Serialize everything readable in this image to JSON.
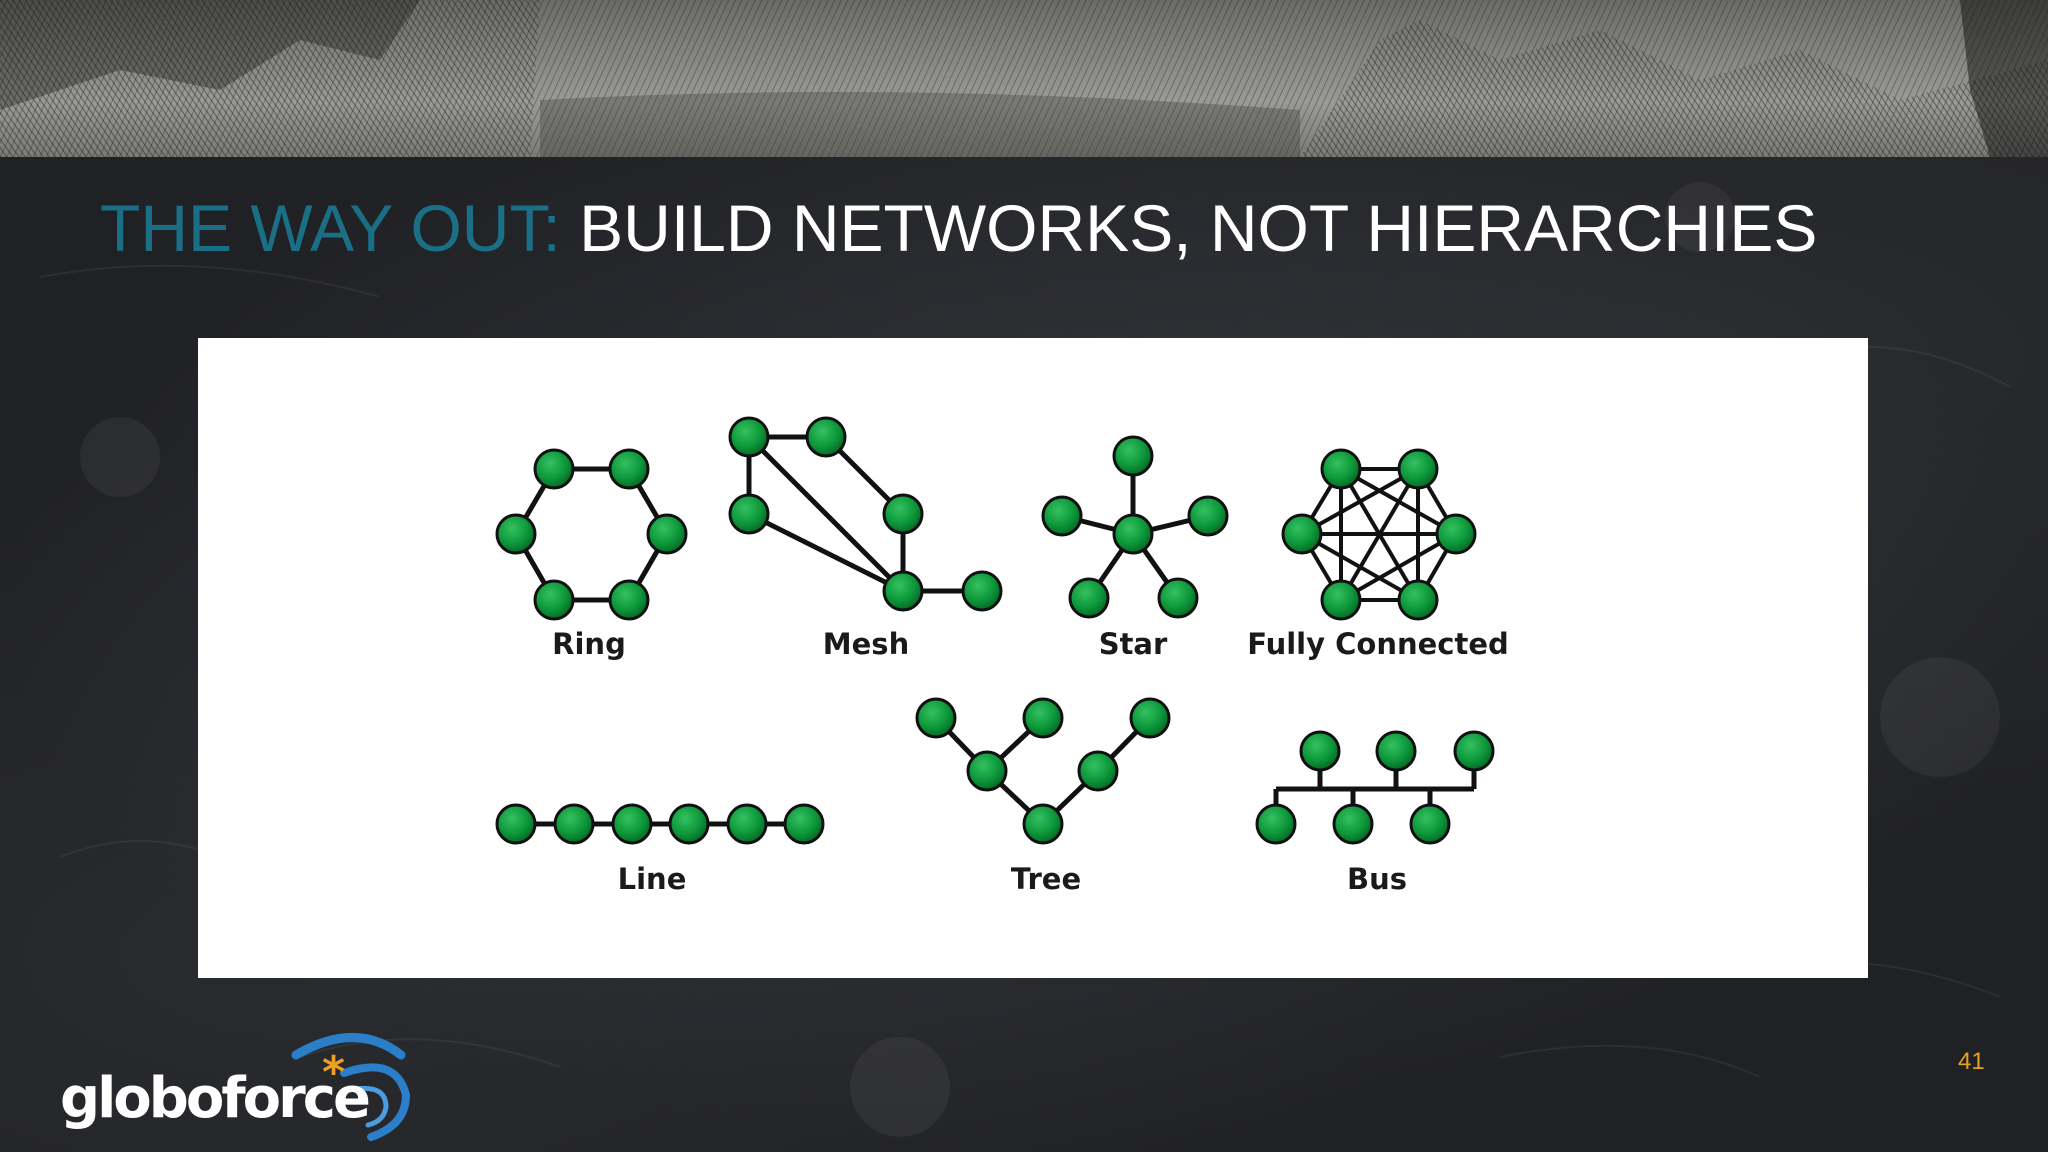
{
  "slide": {
    "title_accent": "THE WAY OUT:",
    "title_main": " BUILD NETWORKS, NOT HIERARCHIES",
    "page_number": "41"
  },
  "diagram": {
    "labels": {
      "ring": "Ring",
      "mesh": "Mesh",
      "star": "Star",
      "fully_connected": "Fully Connected",
      "line": "Line",
      "tree": "Tree",
      "bus": "Bus"
    }
  },
  "logo": {
    "text": "globoforce",
    "star": "*"
  },
  "colors": {
    "title_accent": "#1a6f86",
    "title_main": "#ffffff",
    "node_fill": "#0e9a3c",
    "page_number": "#e8a020",
    "logo_swoosh": "#2a7fc8",
    "logo_star": "#f0a020"
  }
}
